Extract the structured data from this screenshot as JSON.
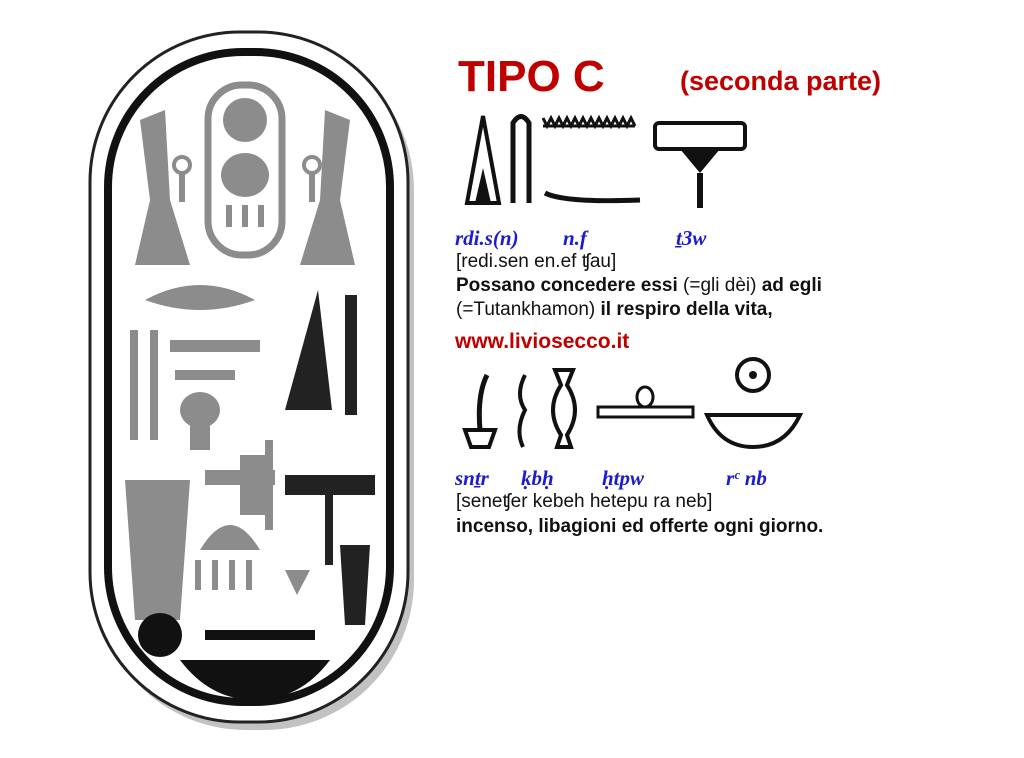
{
  "title": {
    "main": "TIPO   C",
    "sub": "(seconda parte)"
  },
  "block1": {
    "translit": [
      "rdi.s(n)",
      "n.f",
      "ṯ3w"
    ],
    "pronunciation": "[redi.sen en.ef ʧau]",
    "translation": {
      "p1": "Possano concedere essi",
      "p2": " (=gli dèi) ",
      "p3": "ad egli",
      "p4": "(=Tutankhamon) ",
      "p5": "il respiro della vita,"
    }
  },
  "url": "www.liviosecco.it",
  "block2": {
    "translit": [
      "snṯr",
      "ḳbḥ",
      "ḥtpw",
      "rᶜ nb"
    ],
    "pronunciation": "[seneʧer kebeh hetepu ra neb]",
    "translation": "incenso, libagioni ed offerte ogni giorno."
  }
}
